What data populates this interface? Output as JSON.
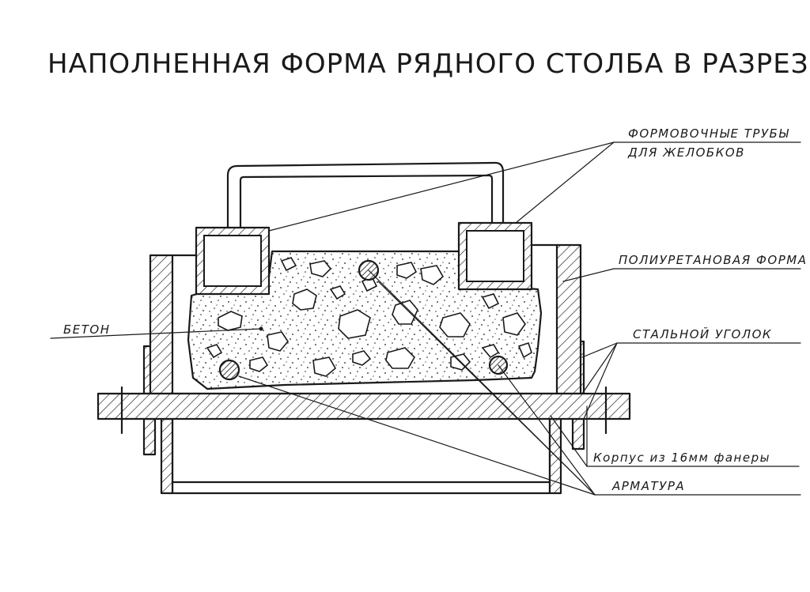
{
  "title": "НАПОЛНЕННАЯ ФОРМА РЯДНОГО СТОЛБА В РАЗРЕЗЕ",
  "labels": {
    "forming_pipes_line1": "ФОРМОВОЧНЫЕ ТРУБЫ",
    "forming_pipes_line2": "ДЛЯ ЖЕЛОБКОВ",
    "polyurethane_form": "ПОЛИУРЕТАНОВАЯ ФОРМА",
    "concrete": "БЕТОН",
    "steel_angle": "СТАЛЬНОЙ УГОЛОК",
    "plywood_body": "Корпус из 16мм фанеры",
    "rebar": "АРМАТУРА"
  },
  "colors": {
    "ink": "#1a1a1a",
    "paper": "#ffffff"
  }
}
